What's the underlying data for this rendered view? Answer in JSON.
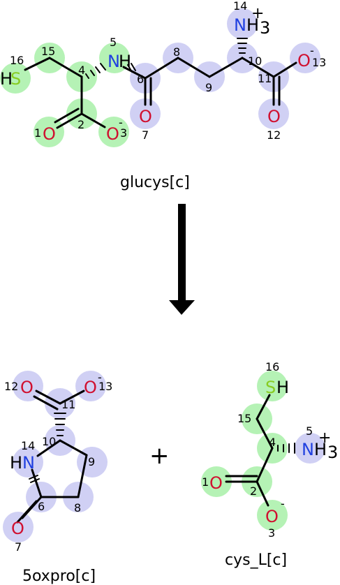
{
  "molecules": {
    "reactant": {
      "name": "glucys[c]",
      "atoms": {
        "S": "S",
        "H_s": "H",
        "N5": "N",
        "H_n5": "H",
        "O1": "O",
        "O3": "O",
        "O3_charge": "-",
        "O7": "O",
        "O12": "O",
        "O13": "O",
        "O13_charge": "-",
        "N14": "N",
        "H3_n14": "H",
        "sub3": "3",
        "N14_charge": "+"
      },
      "numbers": [
        "1",
        "2",
        "3",
        "4",
        "5",
        "6",
        "7",
        "8",
        "9",
        "10",
        "11",
        "12",
        "13",
        "14",
        "15",
        "16"
      ]
    },
    "product1": {
      "name": "5oxpro[c]",
      "atoms": {
        "O12": "O",
        "O13": "O",
        "O13_charge": "-",
        "N14": "N",
        "H_n14": "H",
        "O7": "O"
      },
      "numbers": [
        "6",
        "7",
        "8",
        "9",
        "10",
        "11",
        "12",
        "13",
        "14"
      ]
    },
    "product2": {
      "name": "cys_L[c]",
      "atoms": {
        "S": "S",
        "H_s": "H",
        "N5": "N",
        "H3_n5": "H",
        "sub3": "3",
        "N5_charge": "+",
        "O1": "O",
        "O3": "O",
        "O3_charge": "-"
      },
      "numbers": [
        "1",
        "2",
        "3",
        "4",
        "5",
        "15",
        "16"
      ]
    }
  },
  "operator": "+",
  "colors": {
    "highlight_green": "#a8f0a8",
    "highlight_blue": "#c8c8f2",
    "oxygen": "#d01030",
    "nitrogen": "#2040e0",
    "sulfur": "#88cc22",
    "bond": "#000000"
  }
}
